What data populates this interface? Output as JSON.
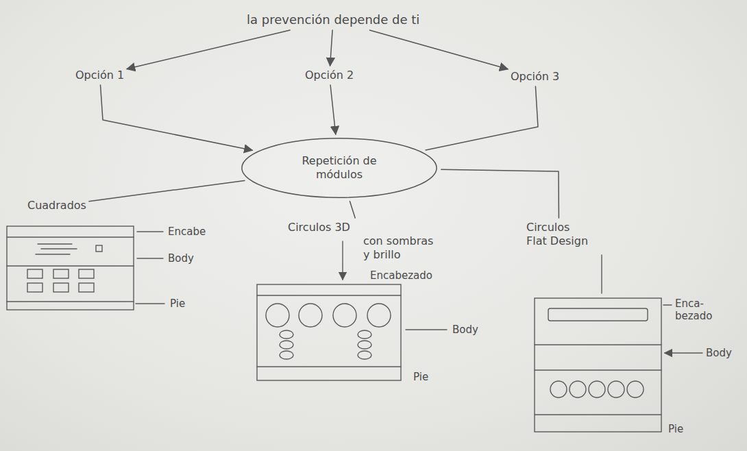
{
  "diagram": {
    "nodes": [
      {
        "text": [
          "la prevención depende de ti"
        ]
      },
      {
        "text": [
          "Opción 1"
        ]
      },
      {
        "text": [
          "Opción 2"
        ]
      },
      {
        "text": [
          "Opción 3"
        ]
      },
      {
        "text": [
          "Repetición de módulos"
        ]
      },
      {
        "text": [
          "Cuadrados"
        ]
      },
      {
        "text": [
          "Circulos 3D",
          "con sombras y brillo"
        ]
      },
      {
        "text": [
          "Circulos Flat Design"
        ]
      }
    ],
    "edges": [
      {
        "from": 0,
        "to": 1,
        "arrow": "to"
      },
      {
        "from": 0,
        "to": 2,
        "arrow": "to"
      },
      {
        "from": 0,
        "to": 3,
        "arrow": "to"
      },
      {
        "from": 1,
        "to": 4,
        "arrow": "to"
      },
      {
        "from": 2,
        "to": 4,
        "arrow": "to"
      },
      {
        "from": 3,
        "to": 4,
        "arrow": "none"
      },
      {
        "from": 4,
        "to": 5,
        "arrow": "none"
      },
      {
        "from": 4,
        "to": 6,
        "arrow": "none"
      },
      {
        "from": 4,
        "to": 7,
        "arrow": "none"
      }
    ],
    "labels": [
      "Encabe",
      "Body",
      "Pie",
      "Encabezado",
      "Body",
      "Pie",
      "Enca- bezado",
      "Body",
      "Pie"
    ]
  }
}
